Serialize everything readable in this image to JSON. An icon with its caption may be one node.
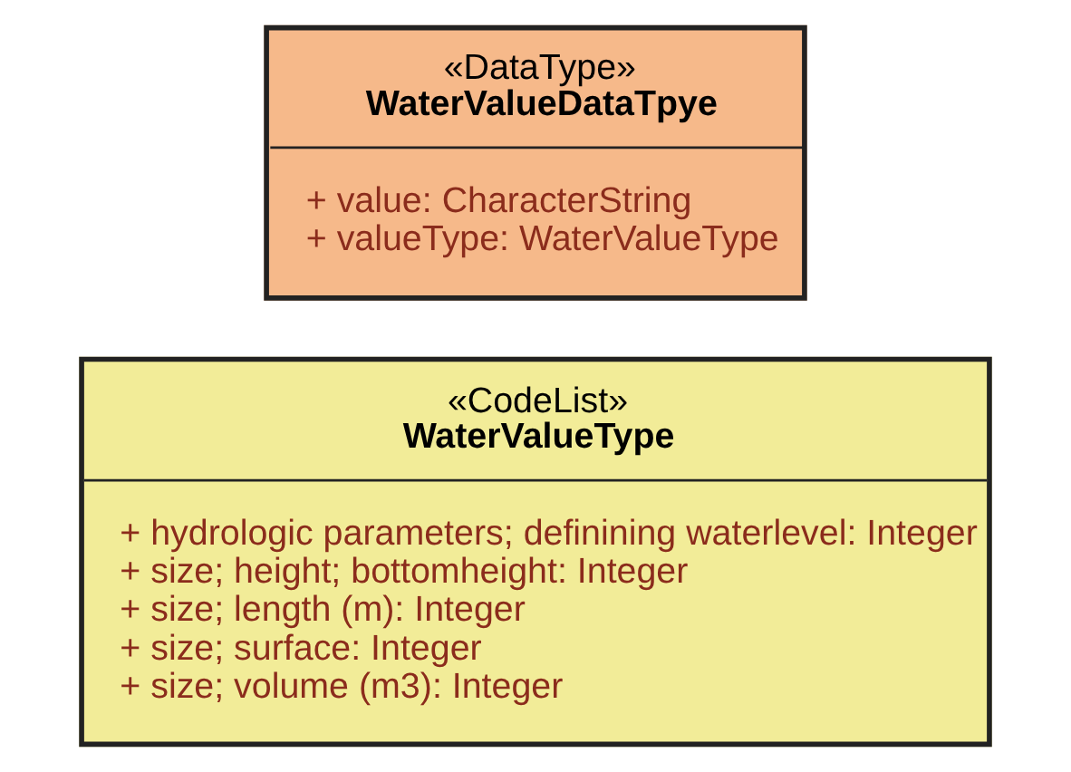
{
  "diagram": {
    "nodes": [
      {
        "text": [
          "«DataType»",
          "WaterValueDataTpye",
          "+ value: CharacterString",
          "+ valueType: WaterValueType"
        ]
      },
      {
        "text": [
          "«CodeList»",
          "WaterValueType",
          "+ hydrologic parameters; definining waterlevel: Integer",
          "+ size; height; bottomheight: Integer",
          "+ size; length (m): Integer",
          "+ size; surface: Integer",
          "+ size; volume (m3): Integer"
        ]
      }
    ]
  }
}
